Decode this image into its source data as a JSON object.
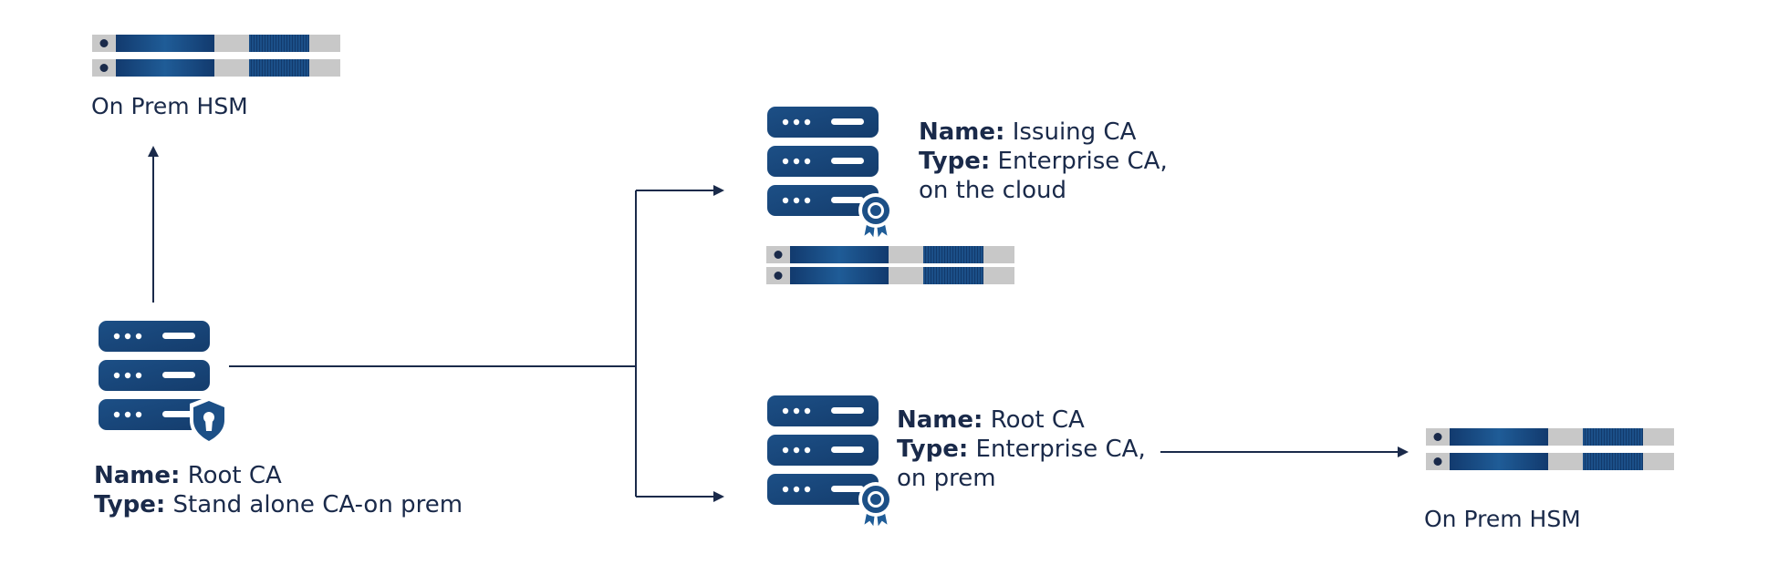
{
  "colors": {
    "navy": "#1a2a4a",
    "server_dark": "#163a6b",
    "server_mid": "#1f5c97",
    "hsm_grey": "#c8c8c8",
    "white": "#ffffff"
  },
  "nodes": {
    "hsm_top": {
      "label": "On Prem HSM"
    },
    "root_standalone": {
      "name_key": "Name:",
      "name": "Root CA",
      "type_key": "Type:",
      "type": "Stand alone CA-on prem",
      "badge_icon": "shield-keyhole-icon"
    },
    "issuing_ca": {
      "name_key": "Name:",
      "name": "Issuing CA",
      "type_key": "Type:",
      "type": "Enterprise CA,",
      "type_line2": "on the cloud",
      "badge_icon": "certificate-ribbon-icon"
    },
    "root_enterprise": {
      "name_key": "Name:",
      "name": "Root CA",
      "type_key": "Type:",
      "type": "Enterprise CA,",
      "type_line2": "on prem",
      "badge_icon": "certificate-ribbon-icon"
    },
    "hsm_right": {
      "label": "On Prem HSM"
    }
  }
}
